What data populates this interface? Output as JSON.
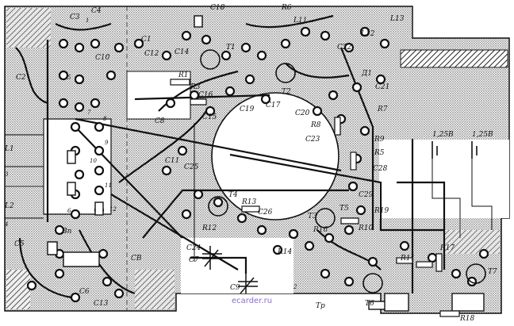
{
  "labels": {
    "C1": "C1",
    "C2": "C2",
    "C3": "C3",
    "C4": "C4",
    "C5": "C5",
    "C6": "C6",
    "C7": "C7",
    "C8": "C8",
    "C9": "C9",
    "C10": "C10",
    "C11": "C11",
    "C12": "C12",
    "C13": "C13",
    "C14": "C14",
    "C15": "C15",
    "C16": "C16",
    "C17": "C17",
    "C18": "C18",
    "C19": "C19",
    "C20": "C20",
    "C21": "C21",
    "C22": "C22",
    "C23": "C23",
    "C24": "C24",
    "C25": "C25",
    "C26": "C26",
    "C28": "C28",
    "C29": "C29",
    "CB": "CB",
    "R1": "R1",
    "R3": "R3",
    "R5": "R5",
    "R6": "R6",
    "R7": "R7",
    "R8": "R8",
    "R9": "R9",
    "R10": "R10",
    "R11": "R11",
    "R12": "R12",
    "R13": "R13",
    "R14": "R14",
    "R16": "R16",
    "R17": "R17",
    "R18": "R18",
    "R19": "R19",
    "T1": "T1",
    "T2": "T2",
    "T3": "T3",
    "T4": "T4",
    "T5": "T5",
    "T6": "T6",
    "T7": "T7",
    "L1": "L1",
    "L2": "L2",
    "L11": "L11",
    "L12": "L12",
    "L13": "L13",
    "D1": "Д1",
    "Tp": "Tp",
    "Bn": "Bn",
    "n1": "1",
    "n2": "2",
    "n3": "3",
    "n4": "4",
    "n5": "5",
    "n6": "6",
    "n7": "7",
    "n8": "8",
    "n9": "9",
    "n10": "10",
    "n11": "11",
    "n12": "12"
  },
  "battery": {
    "left": "1,25B",
    "right": "1,25B"
  },
  "watermark": "ecarder.ru"
}
